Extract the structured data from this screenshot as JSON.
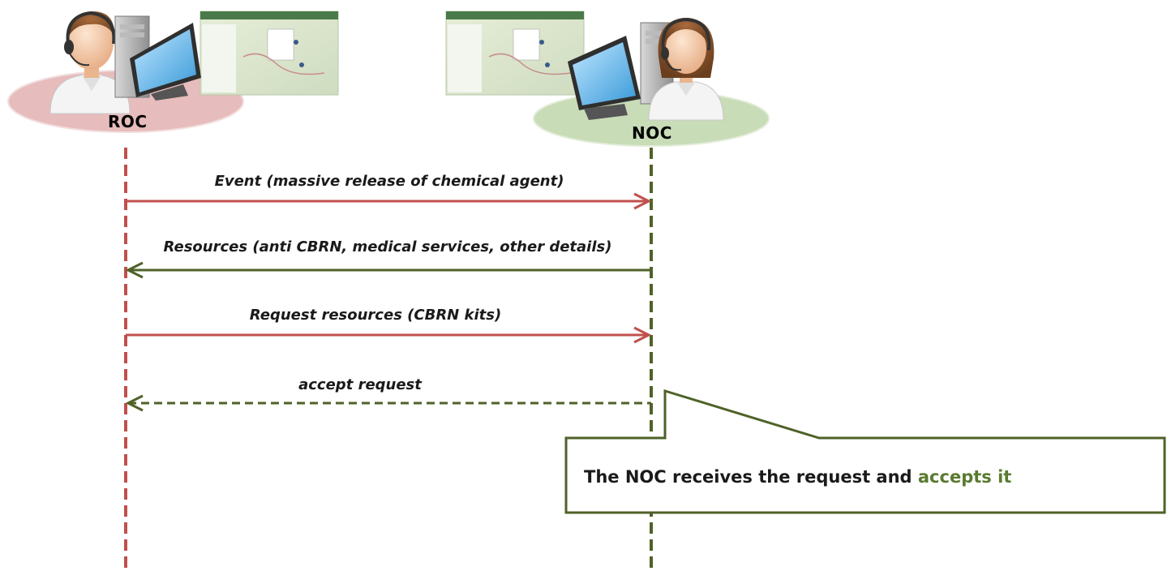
{
  "actors": {
    "left": {
      "label": "ROC",
      "color": "#c0504d"
    },
    "right": {
      "label": "NOC",
      "color": "#4f6228"
    }
  },
  "messages": [
    {
      "text": "Event (massive release of chemical agent)",
      "direction": "roc-to-noc",
      "style": "solid",
      "color": "#c0504d"
    },
    {
      "text": "Resources (anti CBRN, medical services, other details)",
      "direction": "noc-to-roc",
      "style": "solid",
      "color": "#4f6228"
    },
    {
      "text": "Request resources (CBRN kits)",
      "direction": "roc-to-noc",
      "style": "solid",
      "color": "#c0504d"
    },
    {
      "text": "accept request",
      "direction": "noc-to-roc",
      "style": "dashed",
      "color": "#4f6228"
    }
  ],
  "callout": {
    "text_prefix": "The NOC receives the request and ",
    "text_highlight": "accepts it",
    "highlight_color": "#5a7a30",
    "border_color": "#4f6228"
  }
}
